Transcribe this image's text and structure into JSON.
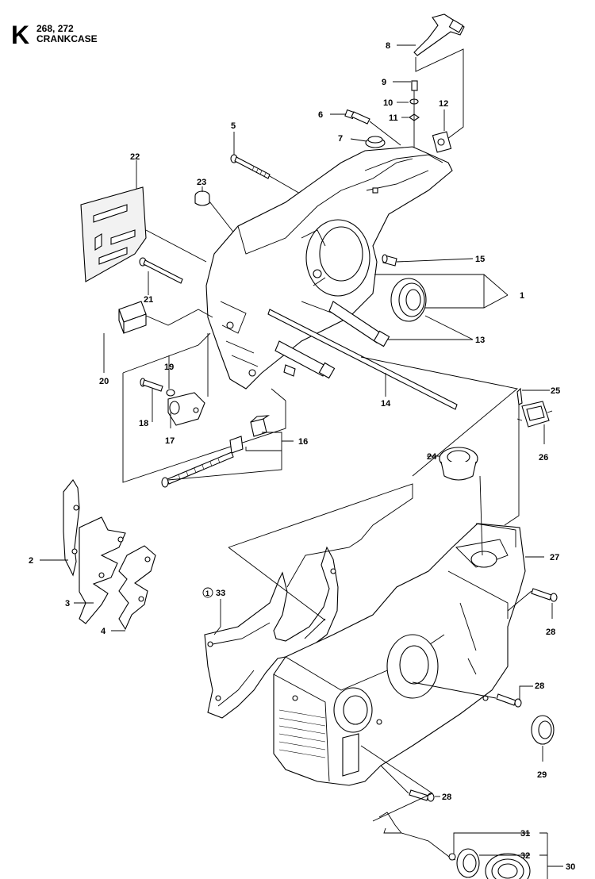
{
  "header": {
    "section_letter": "K",
    "models": "268, 272",
    "title": "CRANKCASE"
  },
  "callouts": {
    "c1": "1",
    "c2": "2",
    "c3": "3",
    "c4": "4",
    "c5": "5",
    "c6": "6",
    "c7": "7",
    "c8": "8",
    "c9": "9",
    "c10": "10",
    "c11": "11",
    "c12": "12",
    "c13": "13",
    "c14": "14",
    "c15": "15",
    "c16": "16",
    "c17": "17",
    "c18": "18",
    "c19": "19",
    "c20": "20",
    "c21": "21",
    "c22": "22",
    "c23": "23",
    "c24": "24",
    "c25": "25",
    "c26": "26",
    "c27": "27",
    "c28a": "28",
    "c28b": "28",
    "c28c": "28",
    "c29": "29",
    "c30": "30",
    "c31": "31",
    "c32": "32",
    "c33": "33",
    "kit_symbol": "1"
  },
  "colors": {
    "ink": "#000000",
    "paper": "#ffffff"
  }
}
